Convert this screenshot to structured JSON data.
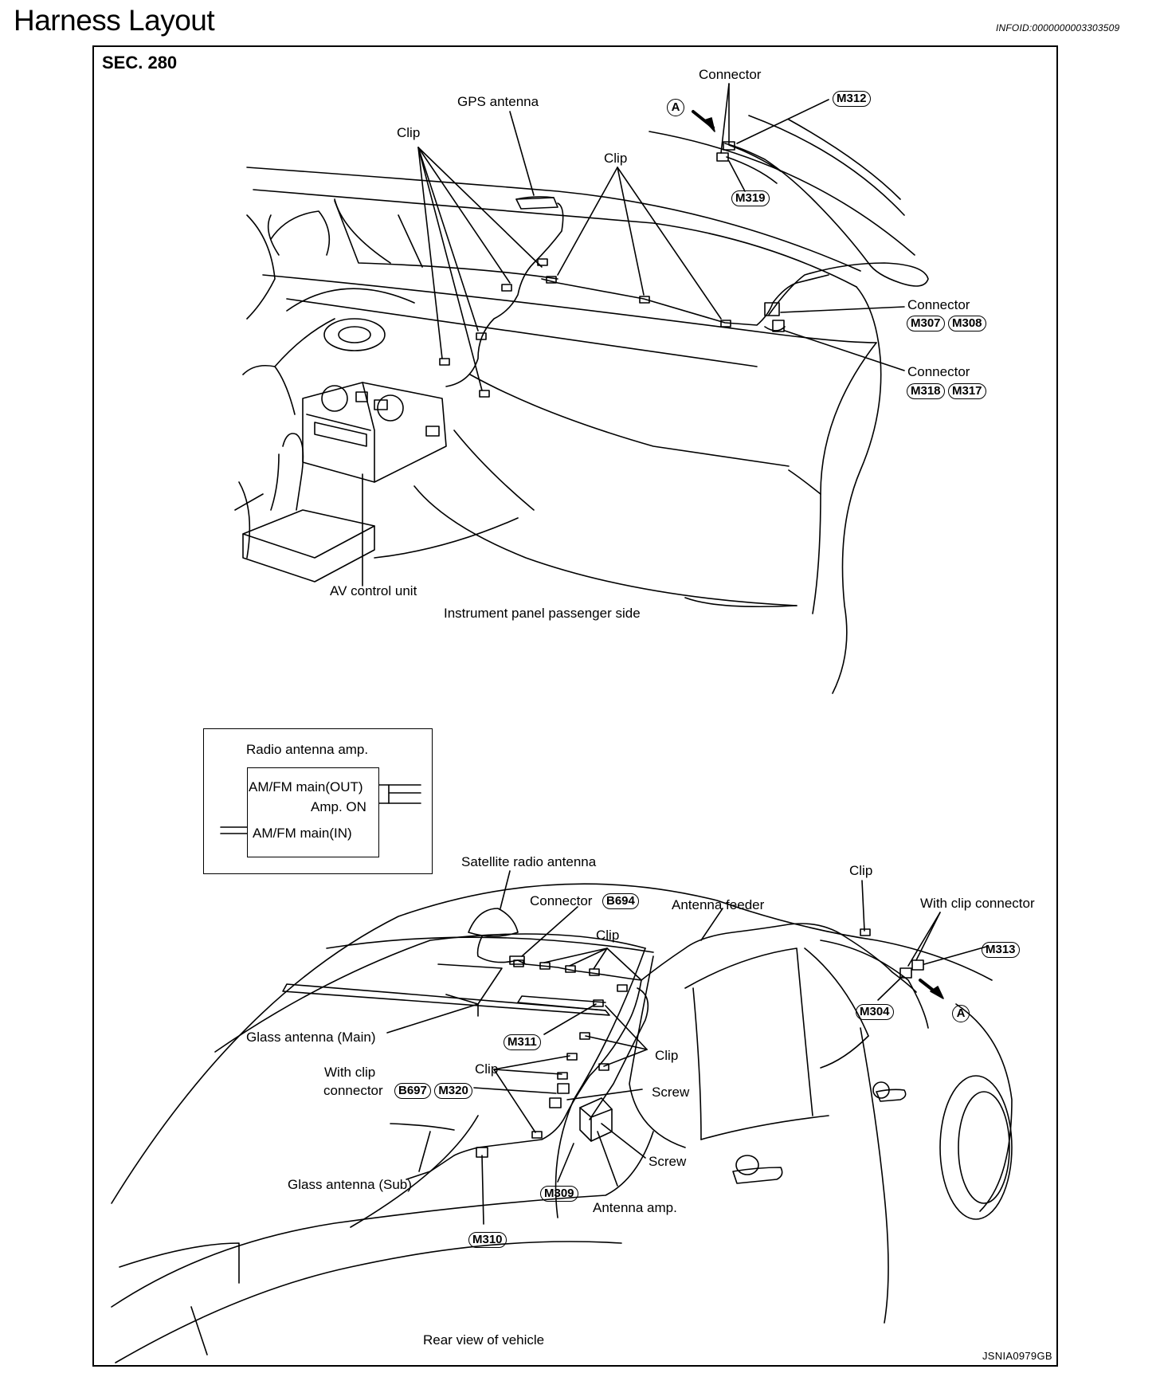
{
  "header": {
    "title": "Harness Layout",
    "info_id": "INFOID:0000000003303509"
  },
  "section_label": "SEC. 280",
  "instrument_panel": {
    "caption": "Instrument panel passenger side",
    "labels": {
      "gps_antenna": "GPS antenna",
      "clip_left": "Clip",
      "clip_center": "Clip",
      "connector_top": "Connector",
      "connector_mid": "Connector",
      "connector_low": "Connector",
      "av_control_unit": "AV control unit"
    },
    "connectors": {
      "m312": "M312",
      "m319": "M319",
      "m307": "M307",
      "m308": "M308",
      "m318": "M318",
      "m317": "M317"
    },
    "view_marker": "A"
  },
  "inset": {
    "title": "Radio antenna amp.",
    "out_label": "AM/FM main(OUT)",
    "amp_on_label": "Amp. ON",
    "in_label": "AM/FM main(IN)"
  },
  "rear_view": {
    "caption": "Rear view of vehicle",
    "labels": {
      "satellite_radio_antenna": "Satellite radio antenna",
      "connector": "Connector",
      "antenna_feeder": "Antenna feeder",
      "clip_top_center": "Clip",
      "clip_top_right": "Clip",
      "with_clip_connector_right": "With clip connector",
      "glass_antenna_main": "Glass antenna (Main)",
      "clip_right": "Clip",
      "with_clip": "With clip",
      "connector_word": "connector",
      "clip_left": "Clip",
      "screw_upper": "Screw",
      "screw_lower": "Screw",
      "glass_antenna_sub": "Glass antenna (Sub)",
      "antenna_amp": "Antenna amp."
    },
    "connectors": {
      "b694": "B694",
      "m313": "M313",
      "m304": "M304",
      "m311": "M311",
      "b697": "B697",
      "m320": "M320",
      "m309": "M309",
      "m310": "M310"
    },
    "view_marker": "A"
  },
  "figure_code": "JSNIA0979GB"
}
